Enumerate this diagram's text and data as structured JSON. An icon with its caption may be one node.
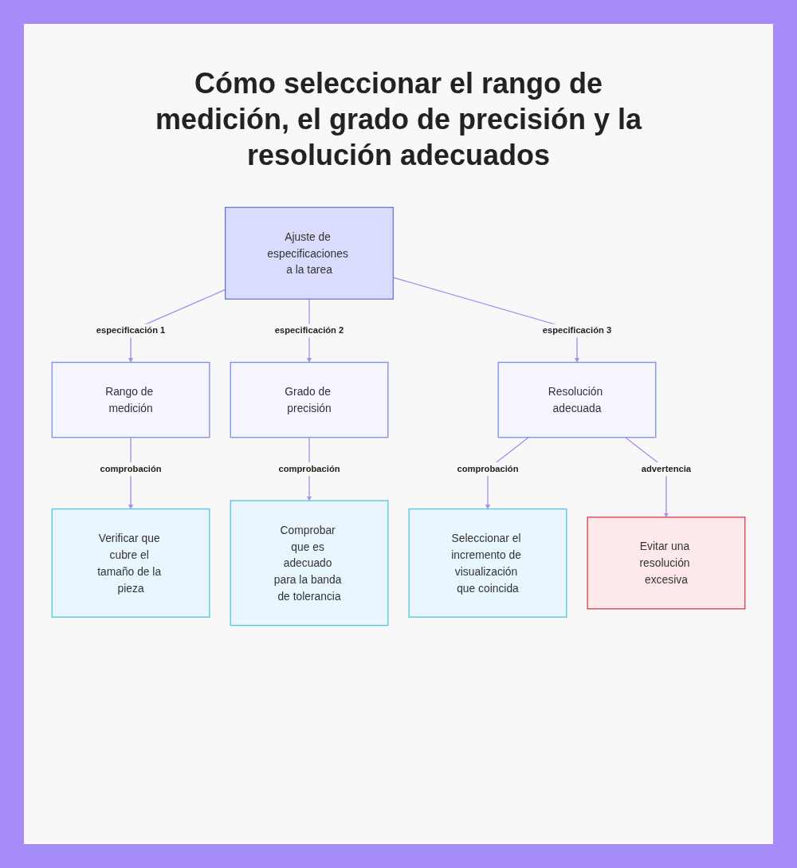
{
  "diagram": {
    "title": "Cómo seleccionar el rango de medición, el grado de precisión y la resolución adecuados",
    "nodes": [
      {
        "text": [
          "Ajuste de especificaciones a la tarea"
        ]
      },
      {
        "text": [
          "Rango de medición"
        ]
      },
      {
        "text": [
          "Grado de precisión"
        ]
      },
      {
        "text": [
          "Resolución adecuada"
        ]
      },
      {
        "text": [
          "Verificar que cubre el tamaño de la pieza"
        ]
      },
      {
        "text": [
          "Comprobar que es adecuado para la banda de tolerancia"
        ]
      },
      {
        "text": [
          "Seleccionar el incremento de visualización que coincida"
        ]
      },
      {
        "text": [
          "Evitar una resolución excesiva"
        ]
      }
    ],
    "edges": [
      {
        "from": 0,
        "to": 1,
        "arrow": "to",
        "label": "especificación 1"
      },
      {
        "from": 0,
        "to": 2,
        "arrow": "to",
        "label": "especificación 2"
      },
      {
        "from": 0,
        "to": 3,
        "arrow": "to",
        "label": "especificación 3"
      },
      {
        "from": 1,
        "to": 4,
        "arrow": "to",
        "label": "comprobación"
      },
      {
        "from": 2,
        "to": 5,
        "arrow": "to",
        "label": "comprobación"
      },
      {
        "from": 3,
        "to": 6,
        "arrow": "to",
        "label": "comprobación"
      },
      {
        "from": 3,
        "to": 7,
        "arrow": "to",
        "label": "advertencia"
      }
    ]
  }
}
